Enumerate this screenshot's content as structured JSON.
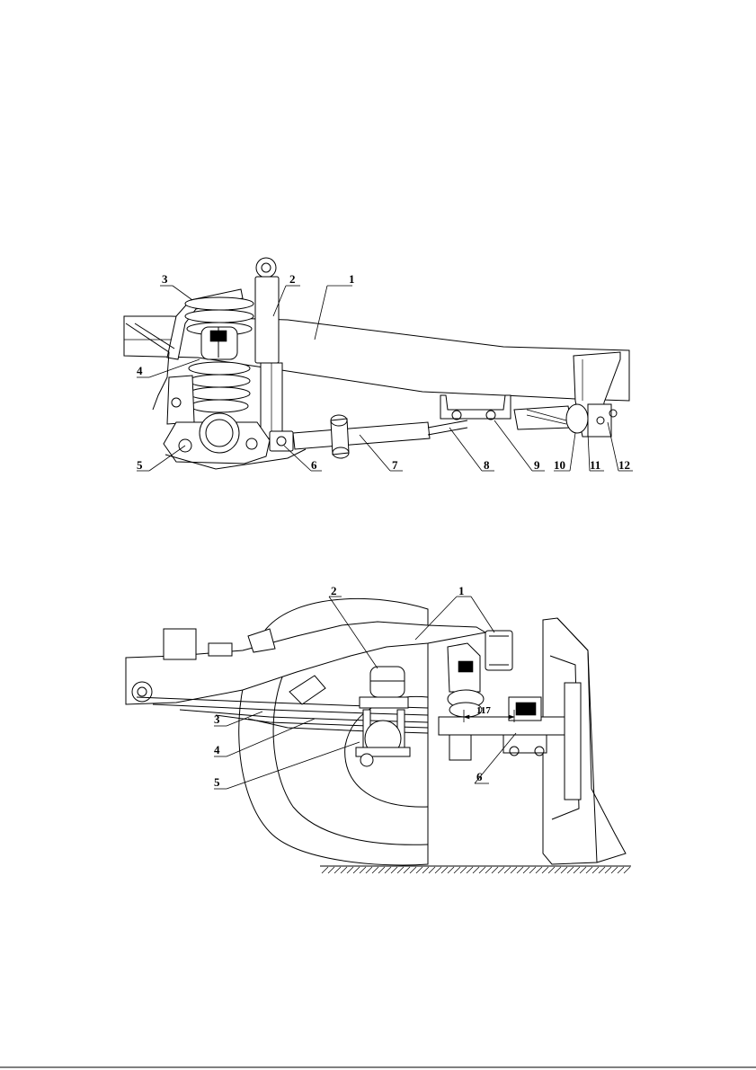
{
  "figure_top": {
    "callouts": [
      "1",
      "2",
      "3",
      "4",
      "5",
      "6",
      "7",
      "8",
      "9",
      "10",
      "11",
      "12"
    ]
  },
  "figure_bottom": {
    "callouts": [
      "1",
      "2",
      "3",
      "4",
      "5",
      "6"
    ],
    "dimension": "117"
  }
}
